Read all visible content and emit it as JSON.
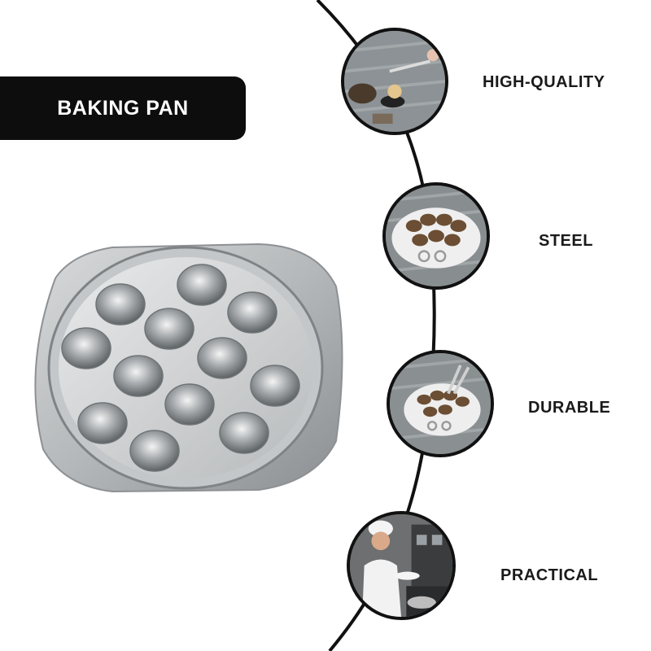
{
  "banner": {
    "title": "BAKING PAN"
  },
  "features": [
    {
      "label": "HIGH-QUALITY",
      "icon": "diner-table-photo-icon"
    },
    {
      "label": "STEEL",
      "icon": "snail-plate-photo-icon"
    },
    {
      "label": "DURABLE",
      "icon": "snail-plate-tongs-photo-icon"
    },
    {
      "label": "PRACTICAL",
      "icon": "chef-photo-icon"
    }
  ],
  "colors": {
    "banner_bg": "#0d0d0d",
    "banner_text": "#ffffff",
    "feature_text": "#1a1a1a",
    "curve": "#111111"
  }
}
